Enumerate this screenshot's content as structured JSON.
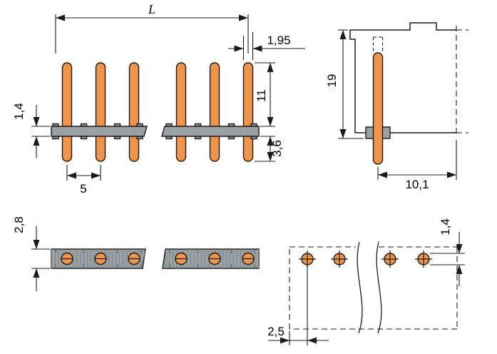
{
  "drawing": {
    "background": "#ffffff",
    "colors": {
      "pin_orange": "#EF9449",
      "carrier_gray": "#9AA1A5",
      "line_black": "#1B1B1B"
    },
    "front_view": {
      "overall_length_label": "L",
      "pin_width": "1,95",
      "pin_height_above_strip": "11",
      "strip_thickness": "1,4",
      "pin_pitch": "5",
      "pin_length_below_strip": "3,6"
    },
    "side_view": {
      "total_height": "19",
      "depth": "10,1"
    },
    "strip_top_view": {
      "strip_width": "2,8"
    },
    "pcb_layout_view": {
      "hole_diameter": "1,4",
      "edge_to_first_hole": "2,5"
    }
  }
}
